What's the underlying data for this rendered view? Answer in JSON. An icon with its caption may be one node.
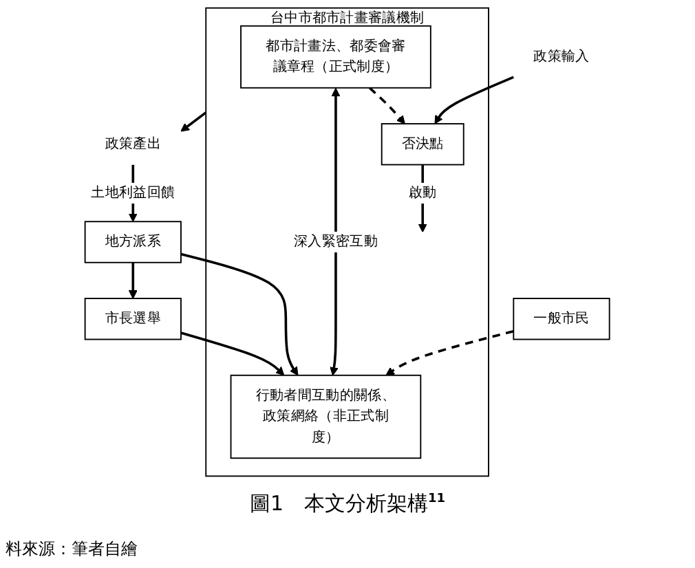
{
  "diagram": {
    "caption": "圖1　本文分析架構$^{11}$",
    "nodes": [
      {
        "text": [
          "台中市都市計畫審議機制"
        ]
      },
      {
        "text": [
          "都市計畫法、都委會審議章程（正式制度）"
        ],
        "in": 0
      },
      {
        "text": [
          "政策輸入"
        ]
      },
      {
        "text": [
          "否決點"
        ],
        "in": 0
      },
      {
        "text": [
          "政策產出"
        ]
      },
      {
        "text": [
          "行動者間互動的關係、政策網絡（非正式制度）"
        ],
        "in": 0
      },
      {
        "text": [
          "市長選舉"
        ]
      },
      {
        "text": [
          "地方派系"
        ]
      },
      {
        "text": [
          "一般市民"
        ]
      }
    ],
    "edges": [
      {
        "from": 2,
        "to": 3,
        "arrow": "to"
      },
      {
        "from": 1,
        "to": 3,
        "arrow": "to",
        "style": "dashed"
      },
      {
        "from": 3,
        "to": null,
        "arrow": "to",
        "label": "啟動"
      },
      {
        "from": 1,
        "to": 5,
        "arrow": "both",
        "label": "深入緊密互動"
      },
      {
        "from": 0,
        "to": 4,
        "arrow": "to"
      },
      {
        "from": 6,
        "to": 5,
        "arrow": "to"
      },
      {
        "from": 7,
        "to": 6,
        "arrow": "to"
      },
      {
        "from": 7,
        "to": 5,
        "arrow": "to"
      },
      {
        "from": 8,
        "to": 5,
        "arrow": "to",
        "style": "dashed"
      },
      {
        "from": 4,
        "to": 7,
        "arrow": "to",
        "label": "土地利益回饋"
      }
    ],
    "labels": [
      "料來源：筆者自繪"
    ]
  }
}
